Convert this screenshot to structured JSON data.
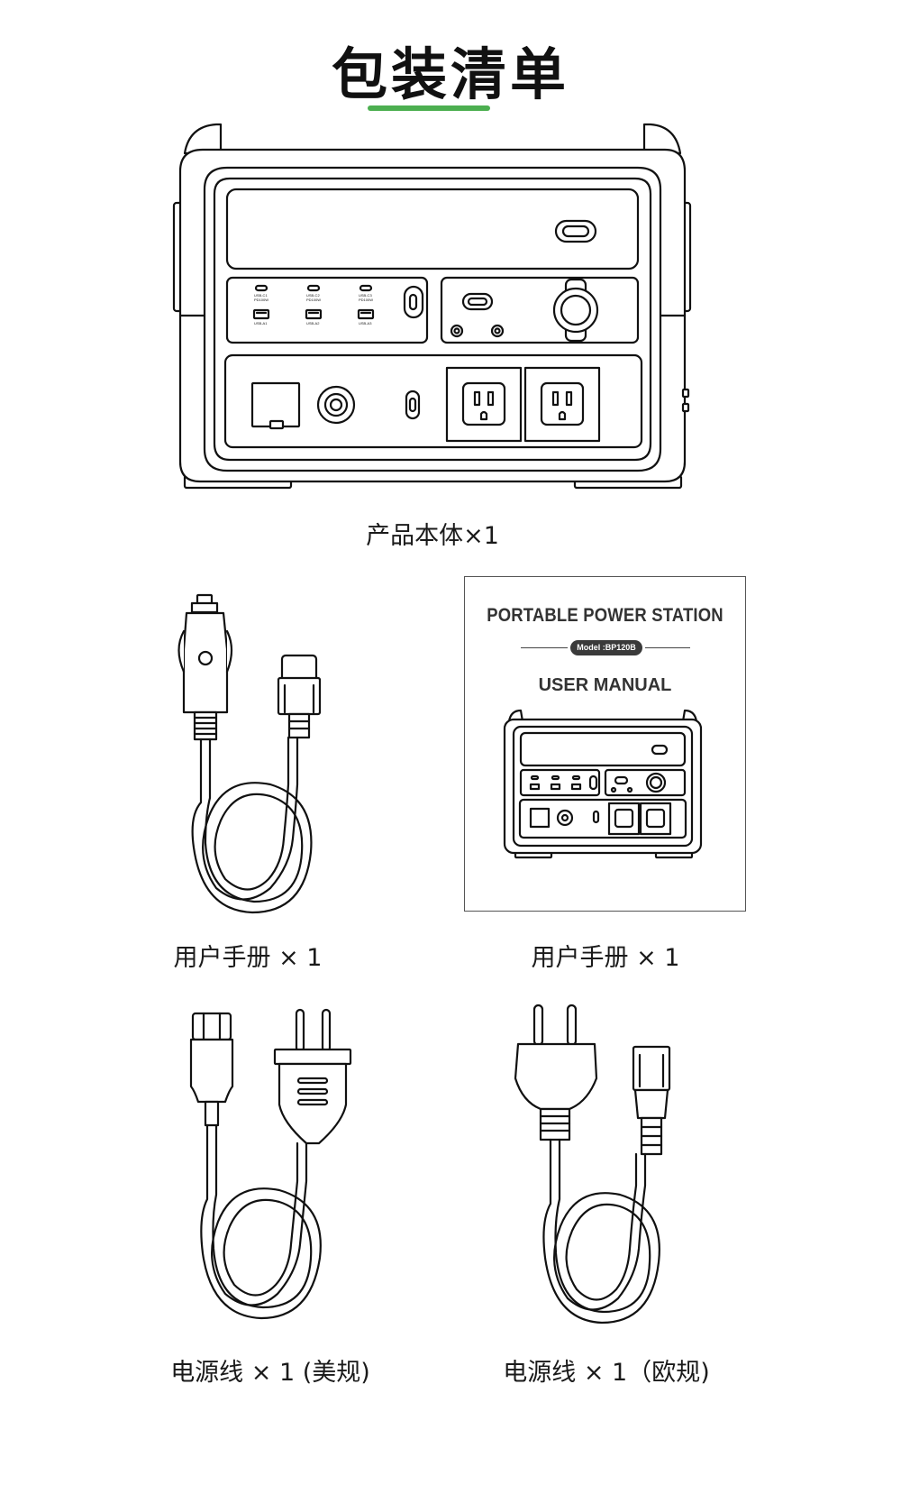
{
  "page": {
    "title": "包装清单",
    "accent_color": "#4caf50"
  },
  "items": [
    {
      "caption": "产品本体×1",
      "icon": "power-station-icon"
    },
    {
      "caption": "用户手册 × 1",
      "icon": "car-charger-cable-icon"
    },
    {
      "caption": "用户手册 × 1",
      "icon": "user-manual-icon"
    },
    {
      "caption": "电源线 × 1 (美规)",
      "icon": "us-power-cord-icon"
    },
    {
      "caption": "电源线 × 1（欧规)",
      "icon": "eu-power-cord-icon"
    }
  ],
  "manual": {
    "title": "PORTABLE POWER STATION",
    "model": "Model :BP120B",
    "subtitle": "USER MANUAL"
  },
  "device_labels": {
    "usb_c1": "USB-C1",
    "usb_c2": "USB-C2",
    "usb_c3": "USB-C3",
    "pd": "PD100W",
    "usb_a1": "USB-A1",
    "usb_a2": "USB-A2",
    "usb_a3": "USB-A3"
  }
}
